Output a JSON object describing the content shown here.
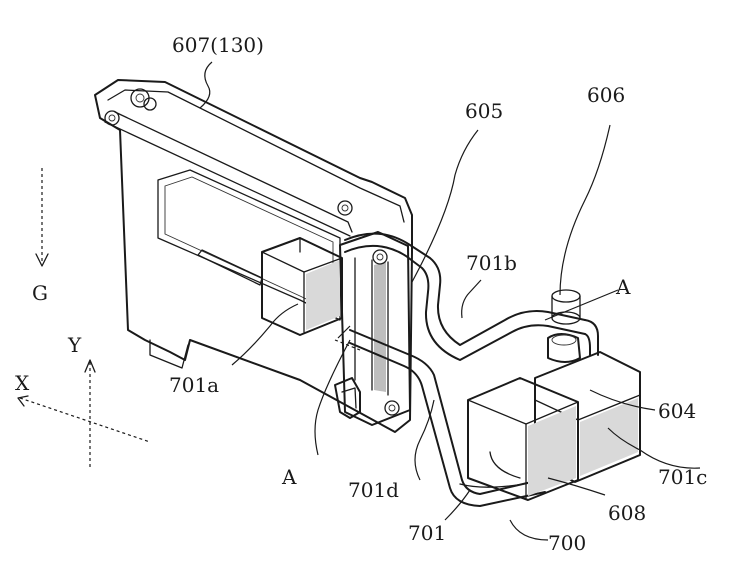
{
  "figure": {
    "labels": {
      "housing": "607(130)",
      "pipe_605": "605",
      "valve_606": "606",
      "section_a_top": "A",
      "section_a_bottom": "A",
      "pipe_701b": "701b",
      "block_701a": "701a",
      "tube_701d": "701d",
      "tank_604": "604",
      "tank_701c": "701c",
      "hose_608": "608",
      "pipe_701": "701",
      "unit_700": "700",
      "axis_gravity": "G",
      "axis_x": "X",
      "axis_y": "Y"
    }
  }
}
